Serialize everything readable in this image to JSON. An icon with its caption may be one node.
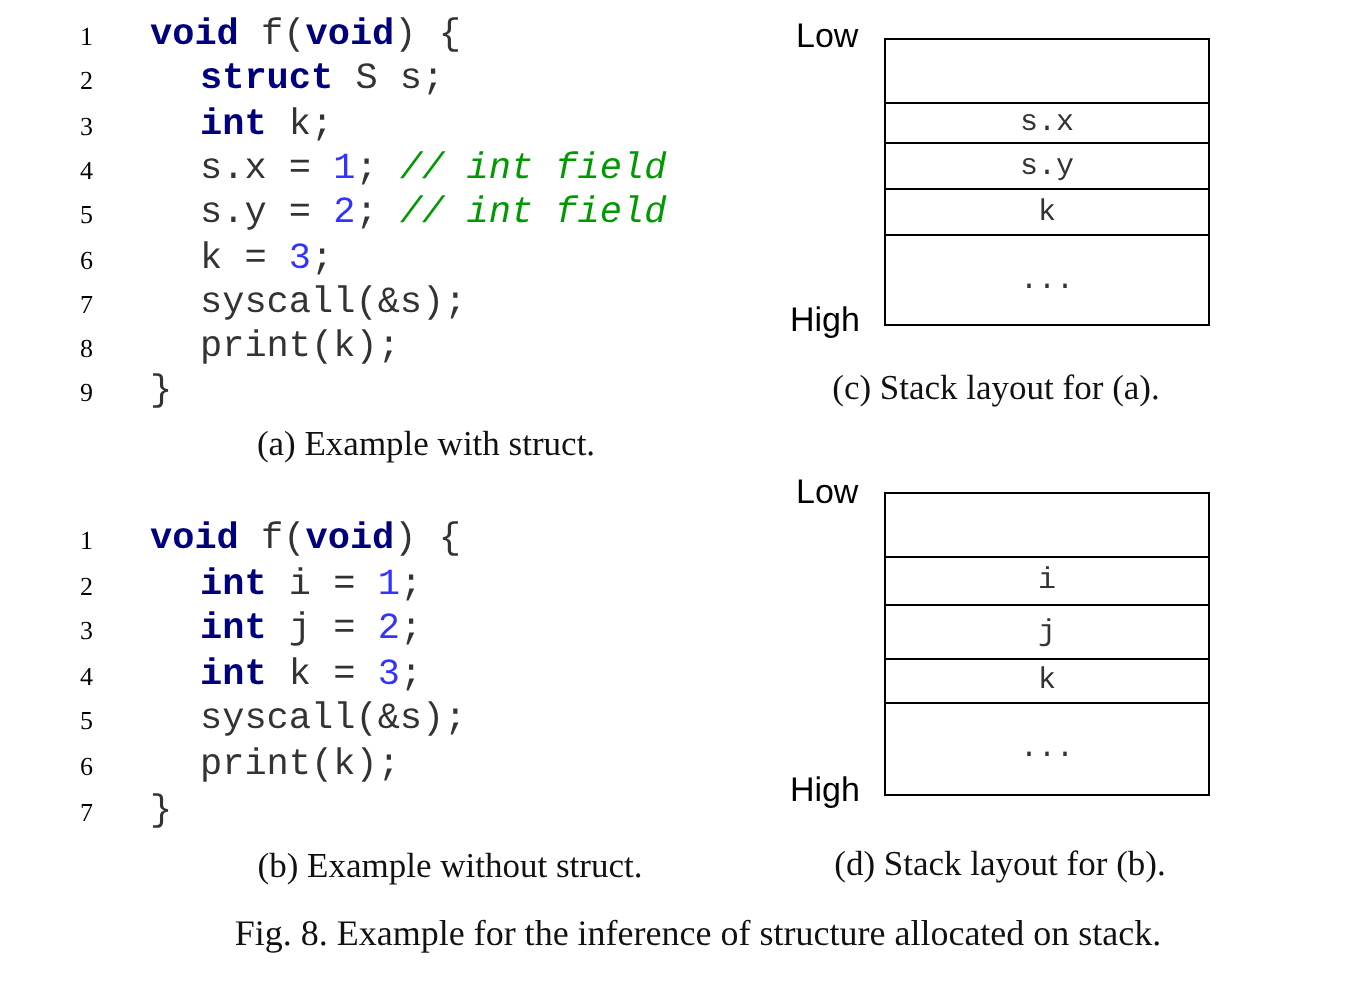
{
  "diagram": {
    "caption": "Fig. 8.  Example for the inference of structure allocated on stack.",
    "nodes": [
      {
        "text": [],
        "shape": "box"
      },
      {
        "text": [
          "s.x"
        ]
      },
      {
        "text": [
          "s.y"
        ]
      },
      {
        "text": [
          "k"
        ]
      },
      {
        "text": [
          "..."
        ]
      },
      {
        "text": [],
        "shape": "box"
      },
      {
        "text": [
          "i"
        ]
      },
      {
        "text": [
          "j"
        ]
      },
      {
        "text": [
          "k"
        ]
      },
      {
        "text": [
          "..."
        ]
      }
    ],
    "labels": [
      "1",
      "**void** f(**void**) {",
      "2",
      "**struct** S s;",
      "3",
      "**int** k;",
      "4",
      "s.x = 1; *// int field*",
      "5",
      "s.y = 2; *// int field*",
      "6",
      "k = 3;",
      "7",
      "syscall(&s);",
      "8",
      "print(k);",
      "9",
      "}",
      "(a) Example with struct.",
      "Low",
      "High",
      "(c) Stack layout for (a).",
      "1",
      "**void** f(**void**) {",
      "2",
      "**int** i = 1;",
      "3",
      "**int** j = 2;",
      "4",
      "**int** k = 3;",
      "5",
      "syscall(&s);",
      "6",
      "print(k);",
      "7",
      "}",
      "(b) Example without struct.",
      "Low",
      "High",
      "(d) Stack layout for (b)."
    ]
  }
}
